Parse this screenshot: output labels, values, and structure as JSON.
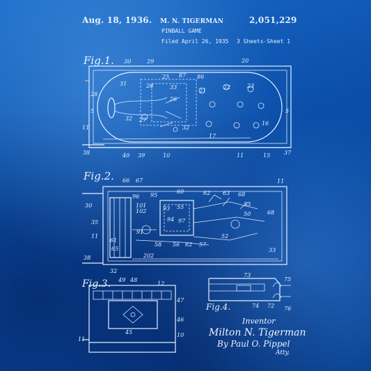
{
  "header": {
    "date": "Aug. 18, 1936.",
    "inventor": "M. N. TIGERMAN",
    "patent_number": "2,051,229",
    "title": "PINBALL GAME",
    "filed": "Filed April 26, 1935",
    "sheets": "3 Sheets-Sheet 1"
  },
  "figures": {
    "fig1": "Fig.1.",
    "fig2": "Fig.2.",
    "fig3": "Fig.3.",
    "fig4": "Fig.4."
  },
  "signature": {
    "label": "Inventor",
    "name": "Milton N. Tigerman",
    "by": "By Paul O. Pippel",
    "atty": "Atty."
  },
  "colors": {
    "paper": "#0d4fa6",
    "ink": "#e6f1ff"
  }
}
